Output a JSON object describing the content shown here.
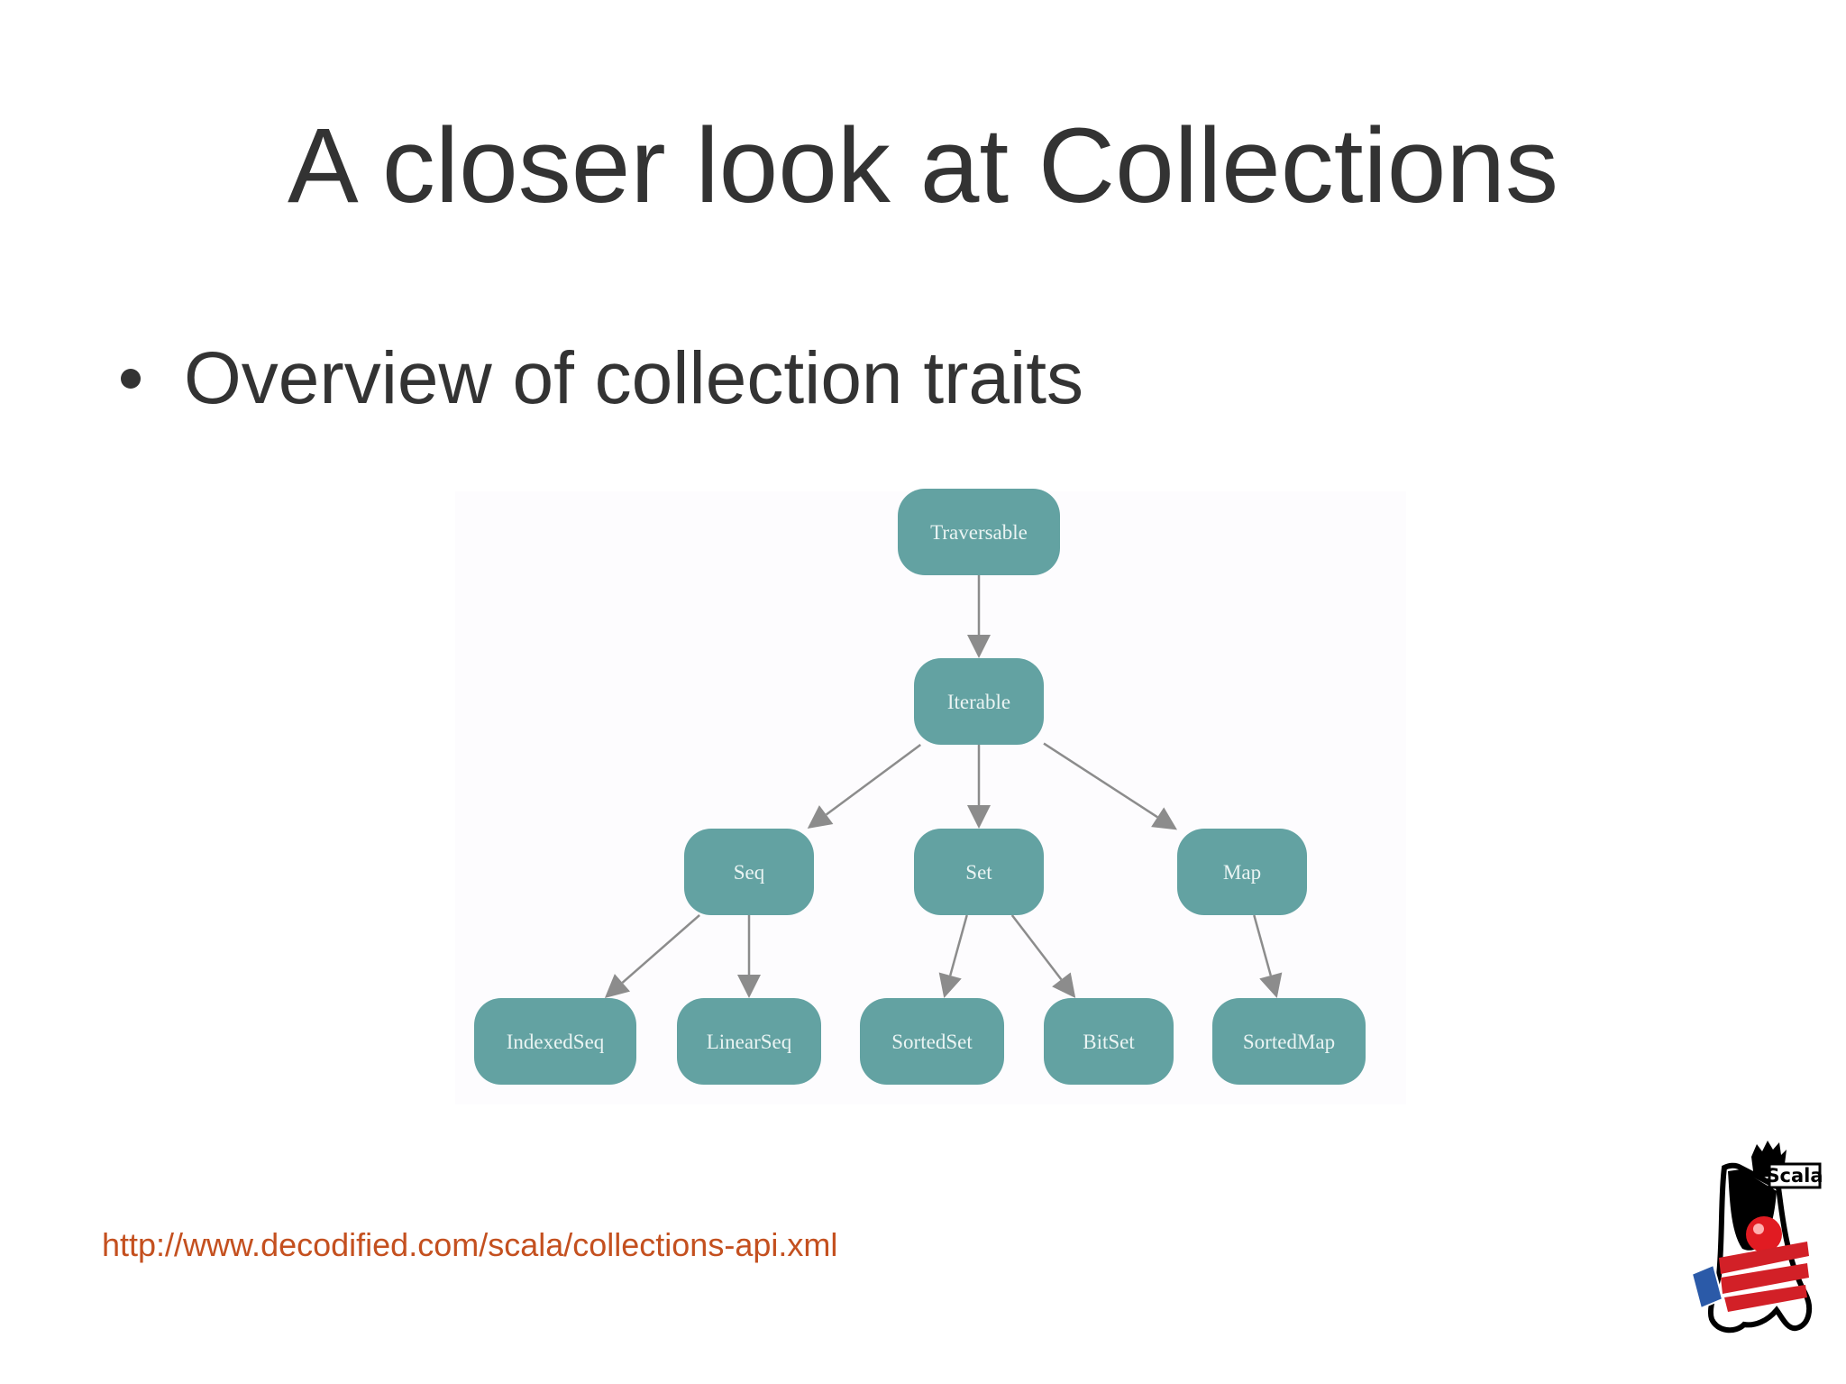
{
  "slide": {
    "title": "A closer look at Collections",
    "bullet": "Overview of collection traits",
    "source_url": "http://www.decodified.com/scala/collections-api.xml"
  },
  "logo": {
    "label": "Scala",
    "icon": "duke-mascot-icon"
  },
  "diagram": {
    "colors": {
      "node": "#63a2a2",
      "edge": "#8c8c8c",
      "text": "#eaf4f3"
    },
    "nodes": [
      {
        "id": "traversable",
        "label": "Traversable"
      },
      {
        "id": "iterable",
        "label": "Iterable"
      },
      {
        "id": "seq",
        "label": "Seq"
      },
      {
        "id": "set",
        "label": "Set"
      },
      {
        "id": "map",
        "label": "Map"
      },
      {
        "id": "indexedseq",
        "label": "IndexedSeq"
      },
      {
        "id": "linearseq",
        "label": "LinearSeq"
      },
      {
        "id": "sortedset",
        "label": "SortedSet"
      },
      {
        "id": "bitset",
        "label": "BitSet"
      },
      {
        "id": "sortedmap",
        "label": "SortedMap"
      }
    ],
    "edges": [
      {
        "from": "traversable",
        "to": "iterable"
      },
      {
        "from": "iterable",
        "to": "seq"
      },
      {
        "from": "iterable",
        "to": "set"
      },
      {
        "from": "iterable",
        "to": "map"
      },
      {
        "from": "seq",
        "to": "indexedseq"
      },
      {
        "from": "seq",
        "to": "linearseq"
      },
      {
        "from": "set",
        "to": "sortedset"
      },
      {
        "from": "set",
        "to": "bitset"
      },
      {
        "from": "map",
        "to": "sortedmap"
      }
    ]
  }
}
